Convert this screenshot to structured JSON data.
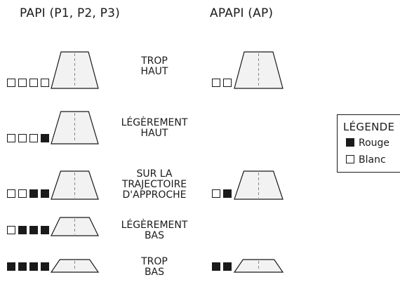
{
  "headers": {
    "papi": "PAPI (P1, P2, P3)",
    "apapi": "APAPI (AP)"
  },
  "rows": [
    {
      "label": "TROP\nHAUT",
      "papi": [
        "white",
        "white",
        "white",
        "white"
      ],
      "apapi": [
        "white",
        "white"
      ]
    },
    {
      "label": "LÉGÈREMENT\nHAUT",
      "papi": [
        "white",
        "white",
        "white",
        "red"
      ],
      "apapi": null
    },
    {
      "label": "SUR LA\nTRAJECTOIRE\nD'APPROCHE",
      "papi": [
        "white",
        "white",
        "red",
        "red"
      ],
      "apapi": [
        "white",
        "red"
      ]
    },
    {
      "label": "LÉGÈREMENT\nBAS",
      "papi": [
        "white",
        "red",
        "red",
        "red"
      ],
      "apapi": null
    },
    {
      "label": "TROP\nBAS",
      "papi": [
        "red",
        "red",
        "red",
        "red"
      ],
      "apapi": [
        "red",
        "red"
      ]
    }
  ],
  "legend": {
    "title": "LÉGENDE",
    "red_label": "Rouge",
    "white_label": "Blanc"
  },
  "colors": {
    "red_light": "#1a1a1a",
    "white_light": "#ffffff",
    "stroke": "#1a1a1a",
    "centerline": "#888888"
  }
}
